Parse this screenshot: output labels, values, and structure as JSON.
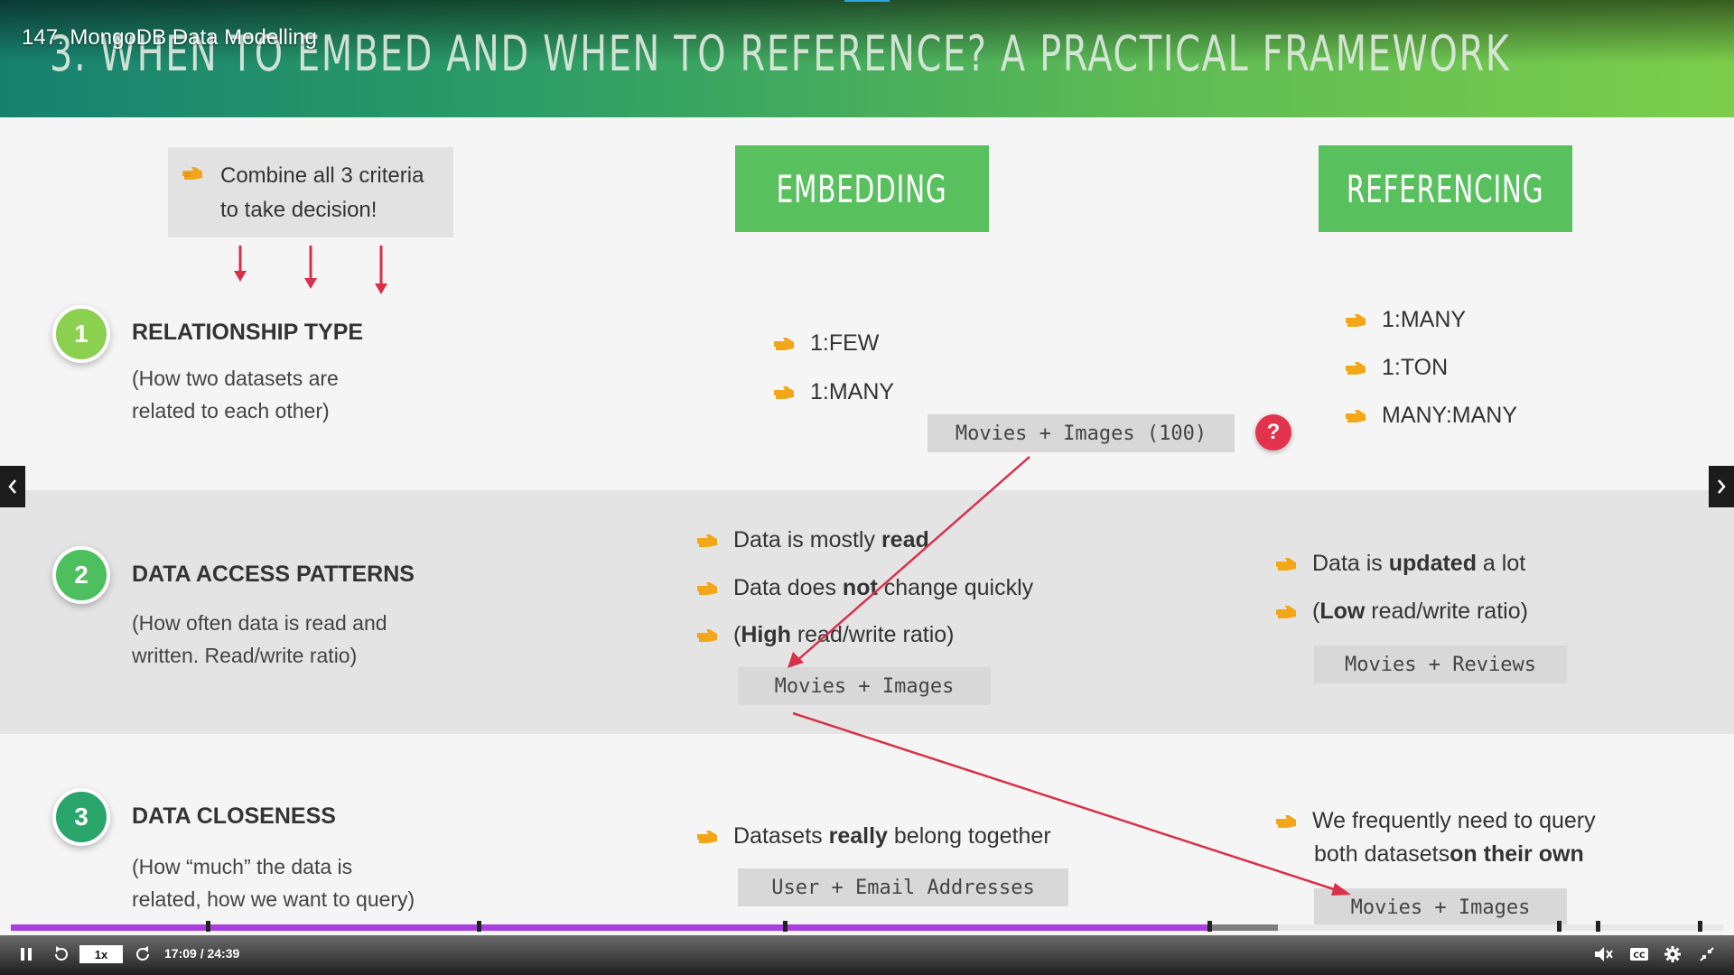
{
  "player": {
    "lecture_title": "147. MongoDB Data Modelling",
    "speed": "1x",
    "time": "17:09 / 24:39",
    "progress_fraction": 0.7,
    "buffered_fraction": 0.74
  },
  "slide": {
    "title": "3. WHEN TO EMBED AND WHEN TO REFERENCE? A PRACTICAL FRAMEWORK",
    "hint": {
      "line1": "Combine all 3 criteria",
      "line2": "to take decision!"
    },
    "embedding_header": "EMBEDDING",
    "referencing_header": "REFERENCING",
    "criteria": [
      {
        "number": "1",
        "title": "RELATIONSHIP TYPE",
        "desc1": "(How two datasets are",
        "desc2": "related to each other)"
      },
      {
        "number": "2",
        "title": "DATA ACCESS PATTERNS",
        "desc1": "(How often data is read and",
        "desc2": "written. Read/write ratio)"
      },
      {
        "number": "3",
        "title": "DATA CLOSENESS",
        "desc1": "(How “much” the data is",
        "desc2": "related, how we want to query)"
      }
    ],
    "row1": {
      "embed": [
        "1:FEW",
        "1:MANY"
      ],
      "embed_example": "Movies + Images (100)",
      "question": "?",
      "ref": [
        "1:MANY",
        "1:TON",
        "MANY:MANY"
      ]
    },
    "row2": {
      "embed": [
        {
          "pre": "Data is mostly ",
          "bold": "read",
          "post": ""
        },
        {
          "pre": "Data does ",
          "bold": "not",
          "post": " change quickly"
        },
        {
          "pre": "(",
          "bold": "High",
          "post": " read/write ratio)"
        }
      ],
      "embed_example": "Movies + Images",
      "ref": [
        {
          "pre": "Data is ",
          "bold": "updated",
          "post": " a lot"
        },
        {
          "pre": "(",
          "bold": "Low",
          "post": " read/write ratio)"
        }
      ],
      "ref_example": "Movies + Reviews"
    },
    "row3": {
      "embed": {
        "pre": "Datasets ",
        "bold": "really",
        "post": " belong together"
      },
      "embed_example": "User + Email Addresses",
      "ref_line1": "We frequently need to query",
      "ref_line2_pre": "both datasets ",
      "ref_line2_bold": "on their own",
      "ref_example": "Movies + Images"
    }
  },
  "colors": {
    "header_green": "#58c15e",
    "circle1": "#8bd14f",
    "circle2": "#4dbf5e",
    "circle3": "#2aa56b",
    "arrow_red": "#d8304a",
    "hand_yellow": "#f2a71b",
    "progress_purple": "#a83ee0"
  }
}
